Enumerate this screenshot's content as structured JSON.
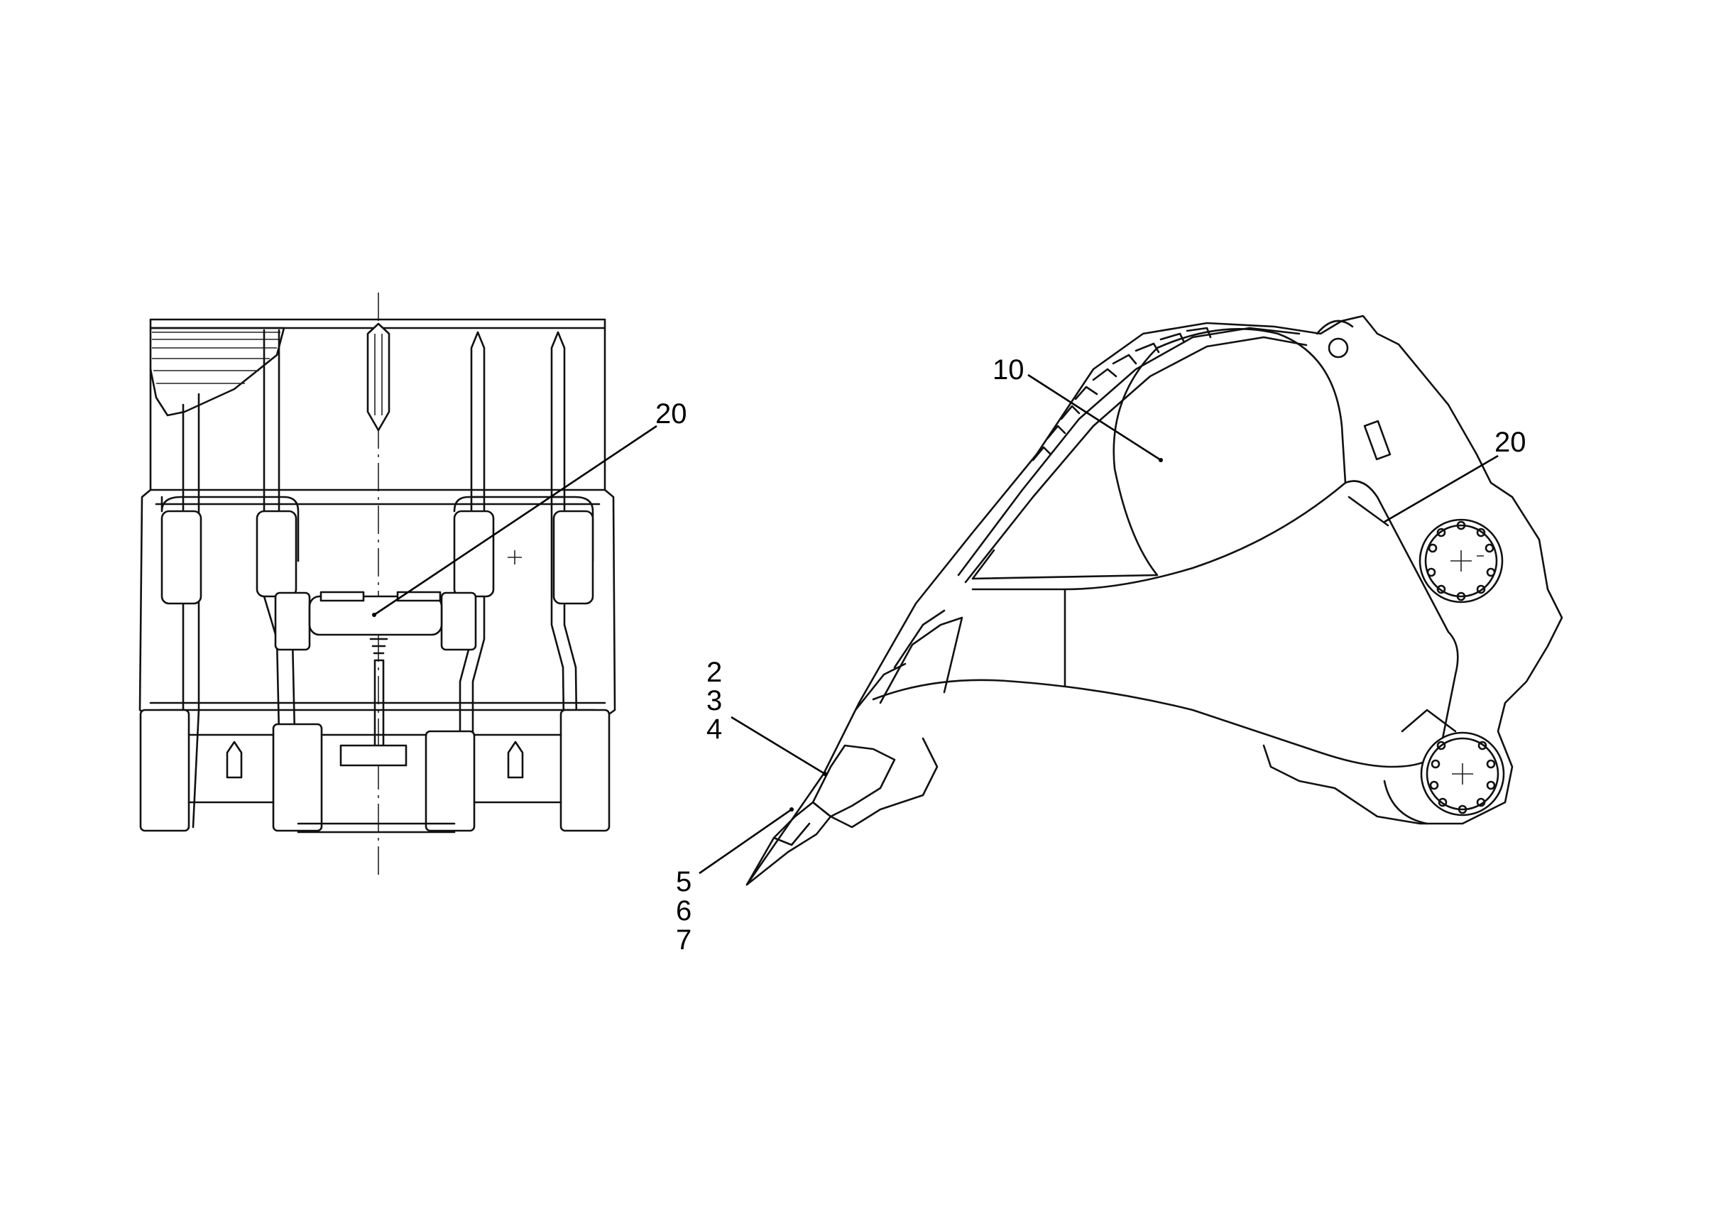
{
  "callouts": {
    "front_20": "20",
    "side_10": "10",
    "side_20": "20",
    "side_2": "2",
    "side_3": "3",
    "side_4": "4",
    "side_5": "5",
    "side_6": "6",
    "side_7": "7"
  }
}
